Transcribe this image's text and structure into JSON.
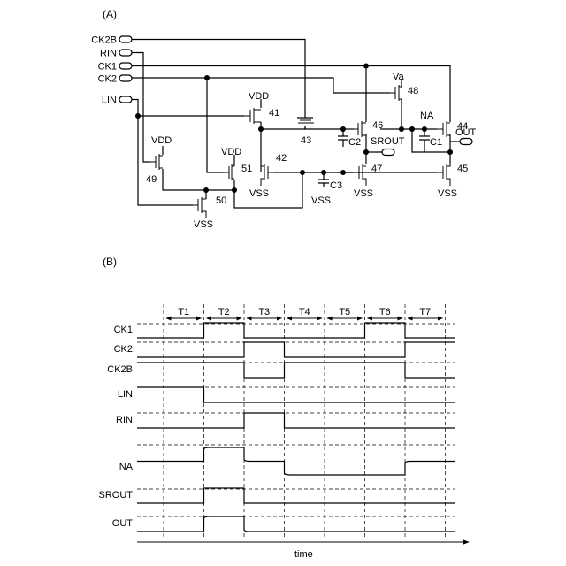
{
  "panel_a": {
    "label": "(A)",
    "inputs": [
      "CK2B",
      "RIN",
      "CK1",
      "CK2",
      "LIN"
    ],
    "transistors": [
      "41",
      "42",
      "43",
      "44",
      "45",
      "46",
      "47",
      "48",
      "49",
      "50",
      "51"
    ],
    "capacitors": [
      "C1",
      "C2",
      "C3"
    ],
    "nodes": {
      "na": "NA",
      "srout": "SROUT",
      "out": "OUT"
    },
    "supplies": {
      "vdd": "VDD",
      "vss": "VSS",
      "va": "Va"
    }
  },
  "panel_b": {
    "label": "(B)",
    "periods": [
      "T1",
      "T2",
      "T3",
      "T4",
      "T5",
      "T6",
      "T7"
    ],
    "signals": [
      {
        "name": "CK1",
        "levels": [
          0,
          1,
          0,
          0,
          0,
          1,
          0
        ]
      },
      {
        "name": "CK2",
        "levels": [
          0,
          0,
          1,
          0,
          0,
          0,
          1
        ]
      },
      {
        "name": "CK2B",
        "levels": [
          1,
          1,
          0,
          1,
          1,
          1,
          0
        ]
      },
      {
        "name": "LIN",
        "levels": [
          1,
          0,
          0,
          0,
          0,
          0,
          0
        ]
      },
      {
        "name": "RIN",
        "levels": [
          0,
          0,
          1,
          0,
          0,
          0,
          0
        ]
      },
      {
        "name": "NA",
        "levels": [
          0.5,
          1,
          0.5,
          0,
          0,
          0,
          0.5
        ]
      },
      {
        "name": "SROUT",
        "levels": [
          0,
          1,
          0,
          0,
          0,
          0,
          0
        ]
      },
      {
        "name": "OUT",
        "levels": [
          0,
          1,
          0,
          0,
          0,
          0,
          0
        ]
      }
    ],
    "x_label": "time"
  }
}
